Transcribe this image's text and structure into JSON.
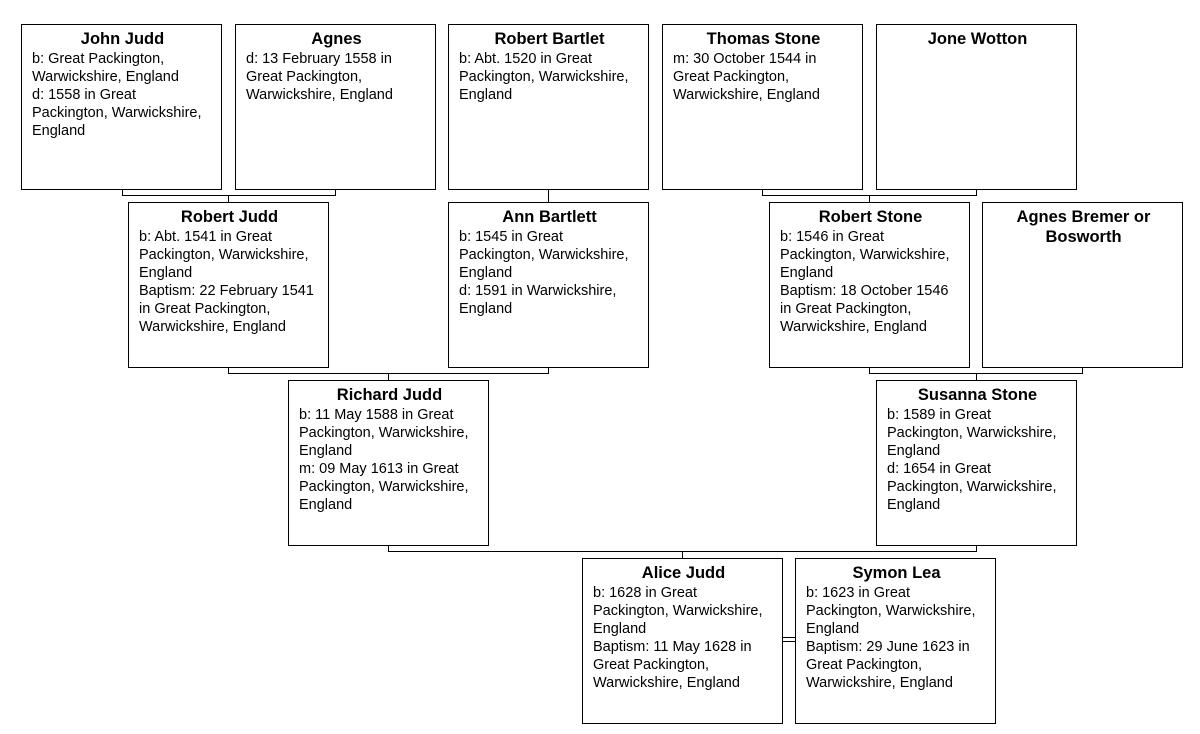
{
  "people": [
    {
      "id": "john-judd",
      "name": "John Judd",
      "facts": [
        "b: Great Packington, Warwickshire, England",
        "d: 1558 in Great Packington, Warwickshire, England"
      ]
    },
    {
      "id": "agnes",
      "name": "Agnes",
      "facts": [
        "d: 13 February 1558 in Great Packington, Warwickshire, England"
      ]
    },
    {
      "id": "robert-bartlet",
      "name": "Robert Bartlet",
      "facts": [
        "b: Abt. 1520 in Great Packington, Warwickshire, England"
      ]
    },
    {
      "id": "thomas-stone",
      "name": "Thomas Stone",
      "facts": [
        "m: 30 October 1544 in Great Packington, Warwickshire, England"
      ]
    },
    {
      "id": "jone-wotton",
      "name": "Jone Wotton",
      "facts": []
    },
    {
      "id": "robert-judd",
      "name": "Robert Judd",
      "facts": [
        "b: Abt. 1541 in Great Packington, Warwickshire, England",
        "Baptism: 22 February 1541 in Great Packington, Warwickshire, England"
      ]
    },
    {
      "id": "ann-bartlett",
      "name": "Ann Bartlett",
      "facts": [
        "b: 1545 in Great Packington, Warwickshire, England",
        "d: 1591 in Warwickshire, England"
      ]
    },
    {
      "id": "robert-stone",
      "name": "Robert Stone",
      "facts": [
        "b: 1546 in Great Packington, Warwickshire, England",
        "Baptism: 18 October 1546 in Great Packington, Warwickshire, England"
      ]
    },
    {
      "id": "agnes-bremer",
      "name": "Agnes Bremer or Bosworth",
      "facts": []
    },
    {
      "id": "richard-judd",
      "name": "Richard Judd",
      "facts": [
        "b: 11 May 1588 in Great Packington, Warwickshire, England",
        "m: 09 May 1613 in Great Packington, Warwickshire, England"
      ]
    },
    {
      "id": "susanna-stone",
      "name": "Susanna Stone",
      "facts": [
        "b: 1589 in Great Packington, Warwickshire, England",
        "d: 1654 in Great Packington, Warwickshire, England"
      ]
    },
    {
      "id": "alice-judd",
      "name": "Alice Judd",
      "facts": [
        "b: 1628 in Great Packington, Warwickshire, England",
        "Baptism: 11 May 1628 in Great Packington, Warwickshire, England"
      ]
    },
    {
      "id": "symon-lea",
      "name": "Symon Lea",
      "facts": [
        "b: 1623 in Great Packington, Warwickshire, England",
        "Baptism: 29 June 1623 in Great Packington, Warwickshire, England"
      ]
    }
  ],
  "relationships": [
    {
      "parents": [
        "john-judd",
        "agnes"
      ],
      "child": "robert-judd"
    },
    {
      "parents": [
        "robert-bartlet"
      ],
      "child": "ann-bartlett"
    },
    {
      "parents": [
        "thomas-stone",
        "jone-wotton"
      ],
      "child": "robert-stone"
    },
    {
      "parents": [
        "robert-judd",
        "ann-bartlett"
      ],
      "child": "richard-judd"
    },
    {
      "parents": [
        "robert-stone",
        "agnes-bremer"
      ],
      "child": "susanna-stone"
    },
    {
      "parents": [
        "richard-judd",
        "susanna-stone"
      ],
      "child": "alice-judd"
    }
  ],
  "marriages": [
    {
      "spouses": [
        "alice-judd",
        "symon-lea"
      ]
    }
  ]
}
